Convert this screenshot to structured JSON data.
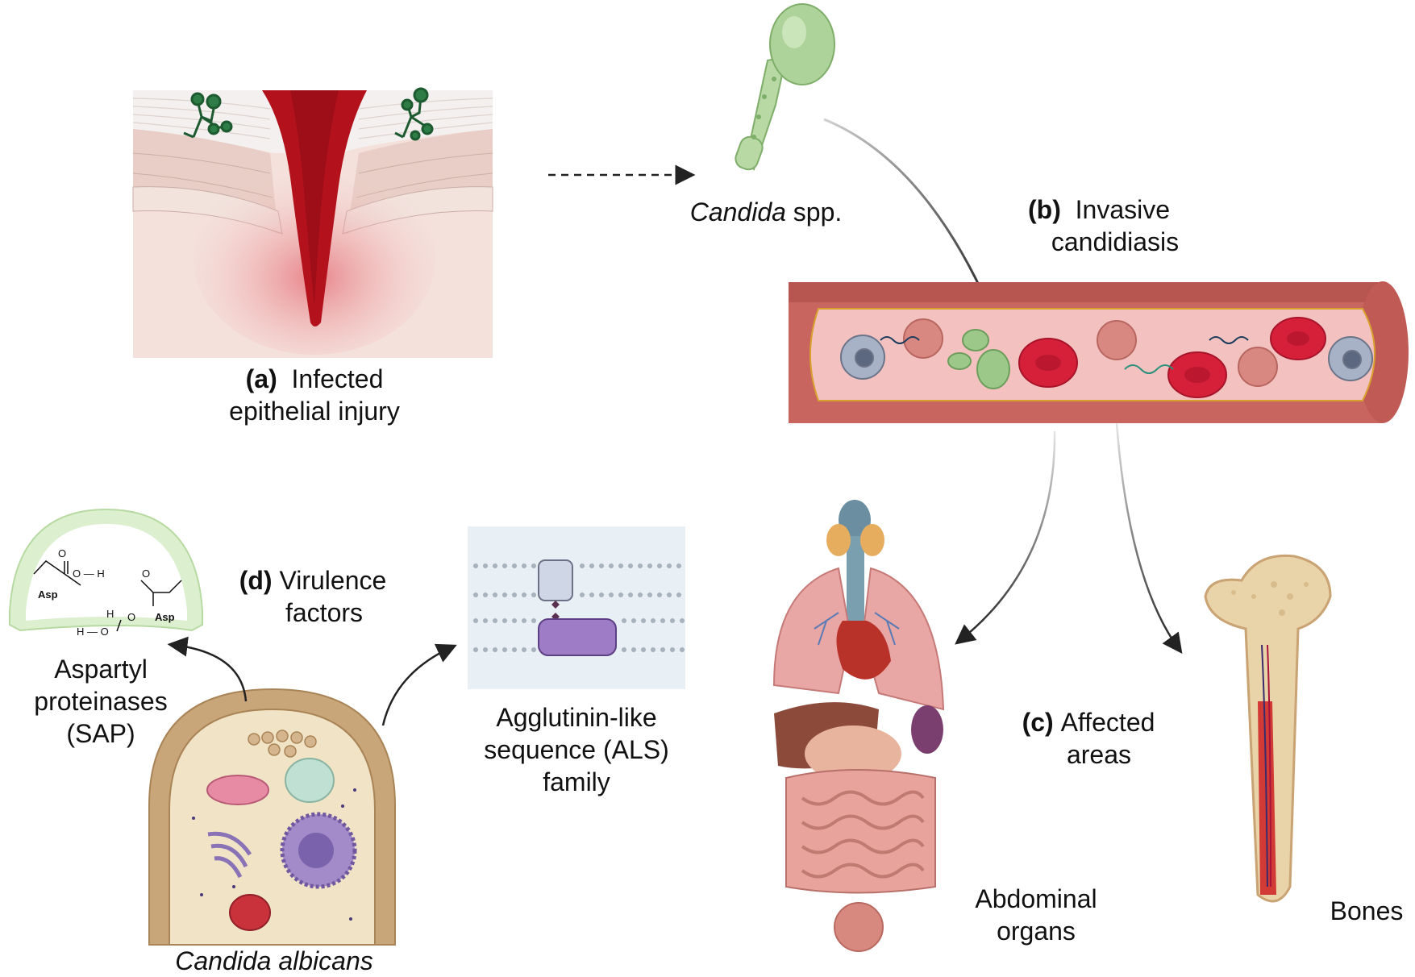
{
  "panels": {
    "a": {
      "tag": "(a)",
      "line1": "Infected",
      "line2": "epithelial injury"
    },
    "candida_spp": {
      "genus": "Candida",
      "suffix": " spp."
    },
    "b": {
      "tag": "(b)",
      "line1": "Invasive",
      "line2": "candidiasis"
    },
    "c": {
      "tag": "(c)",
      "line1": "Affected",
      "line2": "areas"
    },
    "d": {
      "tag": "(d)",
      "line1": "Virulence",
      "line2": "factors"
    }
  },
  "labels": {
    "sap": [
      "Aspartyl",
      "proteinases",
      "(SAP)"
    ],
    "als": [
      "Agglutinin-like",
      "sequence (ALS)",
      "family"
    ],
    "candida_albicans": "Candida albicans",
    "abdominal": [
      "Abdominal",
      "organs"
    ],
    "bones": "Bones"
  },
  "chemistry": {
    "asp1": "Asp",
    "asp2": "Asp",
    "o_top": "O",
    "oh1": "O — H",
    "o_mid": "O",
    "h_mid": "H",
    "o_left": "H — O",
    "o_right": "O"
  },
  "colors": {
    "wound_red": "#b3121d",
    "vessel_wall": "#c9655f",
    "vessel_lumen": "#f3c2c0",
    "rbc": "#d6203a",
    "candida_green": "#9cc98a",
    "cell_wall_tan": "#c9a57a",
    "bone": "#e9d3a8",
    "als_purple": "#9f7cc6"
  }
}
